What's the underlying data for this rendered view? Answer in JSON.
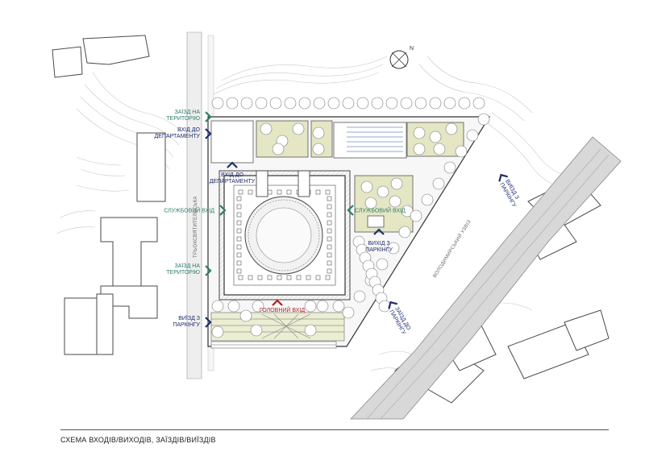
{
  "colors": {
    "entry_green": "#2e7d6b",
    "entry_navy": "#1f2d6e",
    "main_red": "#b32020",
    "tree_fill": "#ffffff",
    "lawn": "#e4e6c4",
    "road": "#d4d4d4"
  },
  "north_label": "N",
  "streets": {
    "trokhsviatytelska": "ТРЬОХСВЯТИТЕЛЬСЬКА",
    "volodymyrskyi": "ВОЛОДИМИРСЬКИЙ УЗВІЗ"
  },
  "markers": [
    {
      "line1": "ЗАЇЗД НА",
      "line2": "ТЕРИТОРІЮ",
      "color": "entry_green",
      "icon": "chevron-right-icon"
    },
    {
      "line1": "ВХІД ДО",
      "line2": "ДЕПАРТАМЕНТУ",
      "color": "entry_navy",
      "icon": "chevron-right-icon"
    },
    {
      "line1": "ВХІД ДО",
      "line2": "ДЕПАРТАМЕНТУ",
      "color": "entry_navy",
      "icon": "chevron-up-icon"
    },
    {
      "line1": "СЛУЖБОВИЙ ВХІД",
      "line2": "",
      "color": "entry_green",
      "icon": "chevron-right-icon"
    },
    {
      "line1": "СЛУЖБОВИЙ ВХІД",
      "line2": "",
      "color": "entry_green",
      "icon": "chevron-left-icon"
    },
    {
      "line1": "ВИХІД З",
      "line2": "ПАРКІНГУ",
      "color": "entry_navy",
      "icon": "chevron-up-icon"
    },
    {
      "line1": "ЗАЇЗД НА",
      "line2": "ТЕРИТОРІЮ",
      "color": "entry_green",
      "icon": "chevron-right-icon"
    },
    {
      "line1": "ГОЛОВНИЙ ВХІД",
      "line2": "",
      "color": "main_red",
      "icon": "chevron-up-icon"
    },
    {
      "line1": "ВИЇЗД З",
      "line2": "ПАРКІНГУ",
      "color": "entry_navy",
      "icon": "chevron-right-icon"
    },
    {
      "line1": "ВИЇЗД З",
      "line2": "ПАРКІНГУ",
      "color": "entry_navy",
      "icon": "chevron-left-icon"
    },
    {
      "line1": "ЗАЇЗД ДО",
      "line2": "ПАРКІНГУ",
      "color": "entry_navy",
      "icon": "chevron-left-icon"
    }
  ],
  "caption": "СХЕМА ВХОДІВ/ВИХОДІВ, ЗАЇЗДІВ/ВИЇЗДІВ"
}
